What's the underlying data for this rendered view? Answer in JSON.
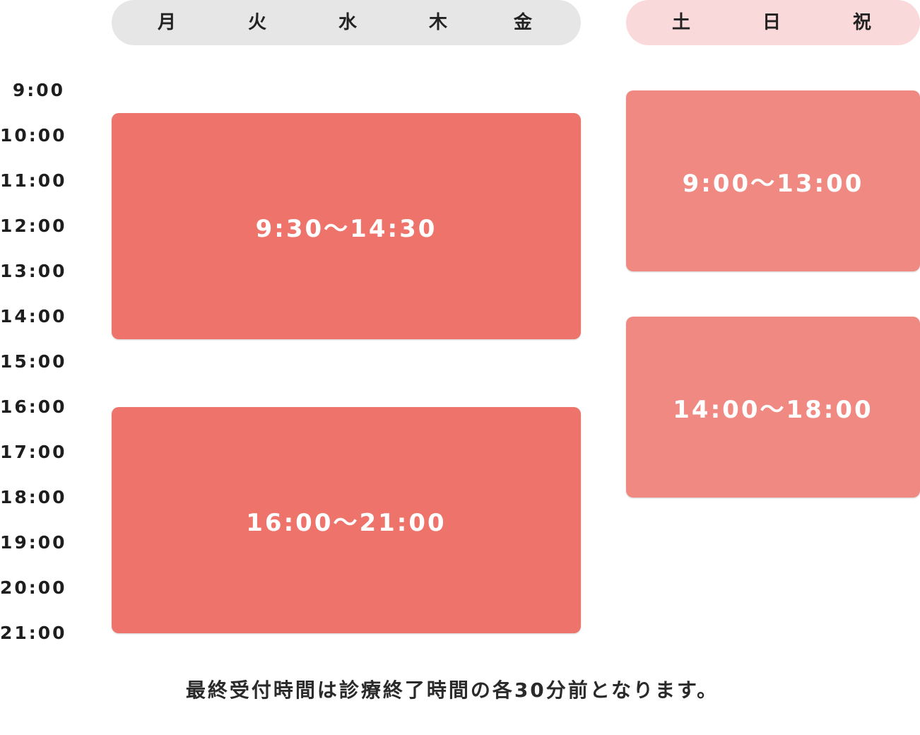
{
  "weekday_group": {
    "days": [
      "月",
      "火",
      "水",
      "木",
      "金"
    ],
    "background": "#e6e6e6"
  },
  "weekend_group": {
    "days": [
      "土",
      "日",
      "祝"
    ],
    "background": "#f9d9d9"
  },
  "time_axis": [
    "9:00",
    "10:00",
    "11:00",
    "12:00",
    "13:00",
    "14:00",
    "15:00",
    "16:00",
    "17:00",
    "18:00",
    "19:00",
    "20:00",
    "21:00"
  ],
  "blocks": {
    "weekday_morning": {
      "label": "9:30〜14:30",
      "color": "#ee736b"
    },
    "weekday_evening": {
      "label": "16:00〜21:00",
      "color": "#ee736b"
    },
    "weekend_morning": {
      "label": "9:00〜13:00",
      "color": "#f08982"
    },
    "weekend_afternoon": {
      "label": "14:00〜18:00",
      "color": "#f08982"
    }
  },
  "note": "最終受付時間は診療終了時間の各30分前となります。"
}
